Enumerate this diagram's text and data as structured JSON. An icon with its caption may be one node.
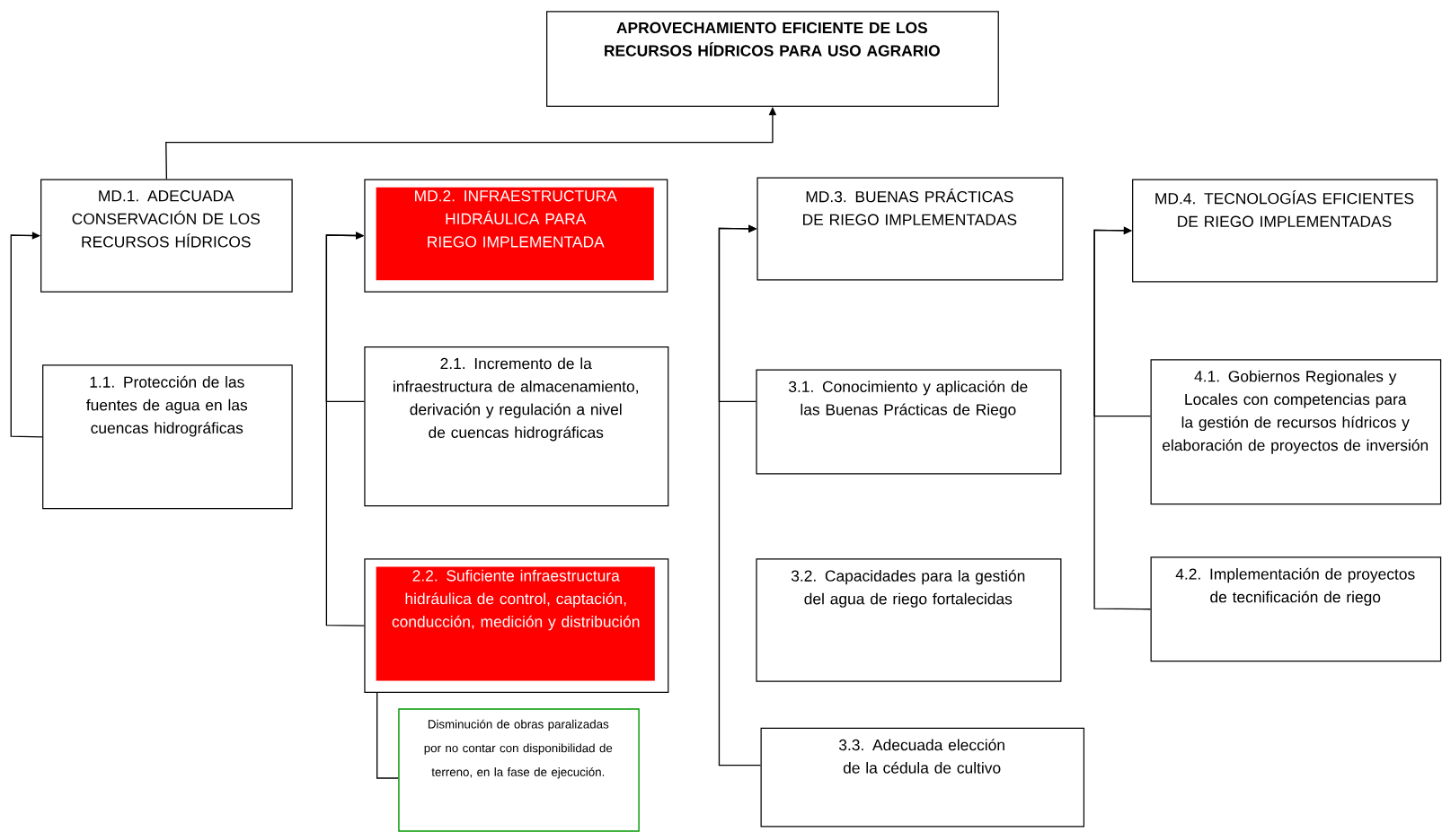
{
  "diagram": {
    "nodes": [
      {
        "text": [
          "APROVECHAMIENTO EFICIENTE DE LOS RECURSOS HÍDRICOS PARA USO AGRARIO"
        ]
      },
      {
        "text": [
          "MD.1. ADECUADA CONSERVACIÓN DE LOS RECURSOS HÍDRICOS"
        ]
      },
      {
        "text": [
          "1.1. Protección de las fuentes de agua en las cuencas hidrográficas"
        ]
      },
      {
        "text": [
          "MD.2. INFRAESTRUCTURA HIDRÁULICA PARA RIEGO IMPLEMENTADA"
        ]
      },
      {
        "text": [
          "2.1. Incremento de la infraestructura de almacenamiento, derivación y regulación a nivel de cuencas hidrográficas"
        ]
      },
      {
        "text": [
          "2.2. Suficiente infraestructura hidráulica de control, captación, conducción, medición y distribución"
        ]
      },
      {
        "text": [
          "Disminución de obras paralizadas por no contar con disponibilidad de terreno, en la fase de ejecución."
        ]
      },
      {
        "text": [
          "MD.3. BUENAS PRÁCTICAS DE RIEGO IMPLEMENTADAS"
        ]
      },
      {
        "text": [
          "3.1. Conocimiento y aplicación de las Buenas Prácticas de Riego"
        ]
      },
      {
        "text": [
          "3.2. Capacidades para la gestión del agua de riego fortalecidas"
        ]
      },
      {
        "text": [
          "3.3. Adecuada elección de la cédula de cultivo"
        ]
      },
      {
        "text": [
          "MD.4. TECNOLOGÍAS EFICIENTES DE RIEGO IMPLEMENTADAS"
        ]
      },
      {
        "text": [
          "4.1. Gobiernos Regionales y Locales con competencias para la gestión de recursos hídricos y elaboración de proyectos de inversión"
        ]
      },
      {
        "text": [
          "4.2. Implementación de proyectos de tecnificación de riego"
        ]
      }
    ],
    "edges": [
      {
        "from": 1,
        "to": 0,
        "arrow": "to"
      },
      {
        "from": 2,
        "to": 1,
        "arrow": "to"
      },
      {
        "from": 4,
        "to": 3,
        "arrow": "to"
      },
      {
        "from": 5,
        "to": 3,
        "arrow": "to"
      },
      {
        "from": 5,
        "to": 6,
        "arrow": "none"
      },
      {
        "from": 8,
        "to": 7,
        "arrow": "to"
      },
      {
        "from": 10,
        "to": 7,
        "arrow": "to"
      },
      {
        "from": 12,
        "to": 11,
        "arrow": "to"
      },
      {
        "from": 13,
        "to": 11,
        "arrow": "to"
      }
    ]
  }
}
